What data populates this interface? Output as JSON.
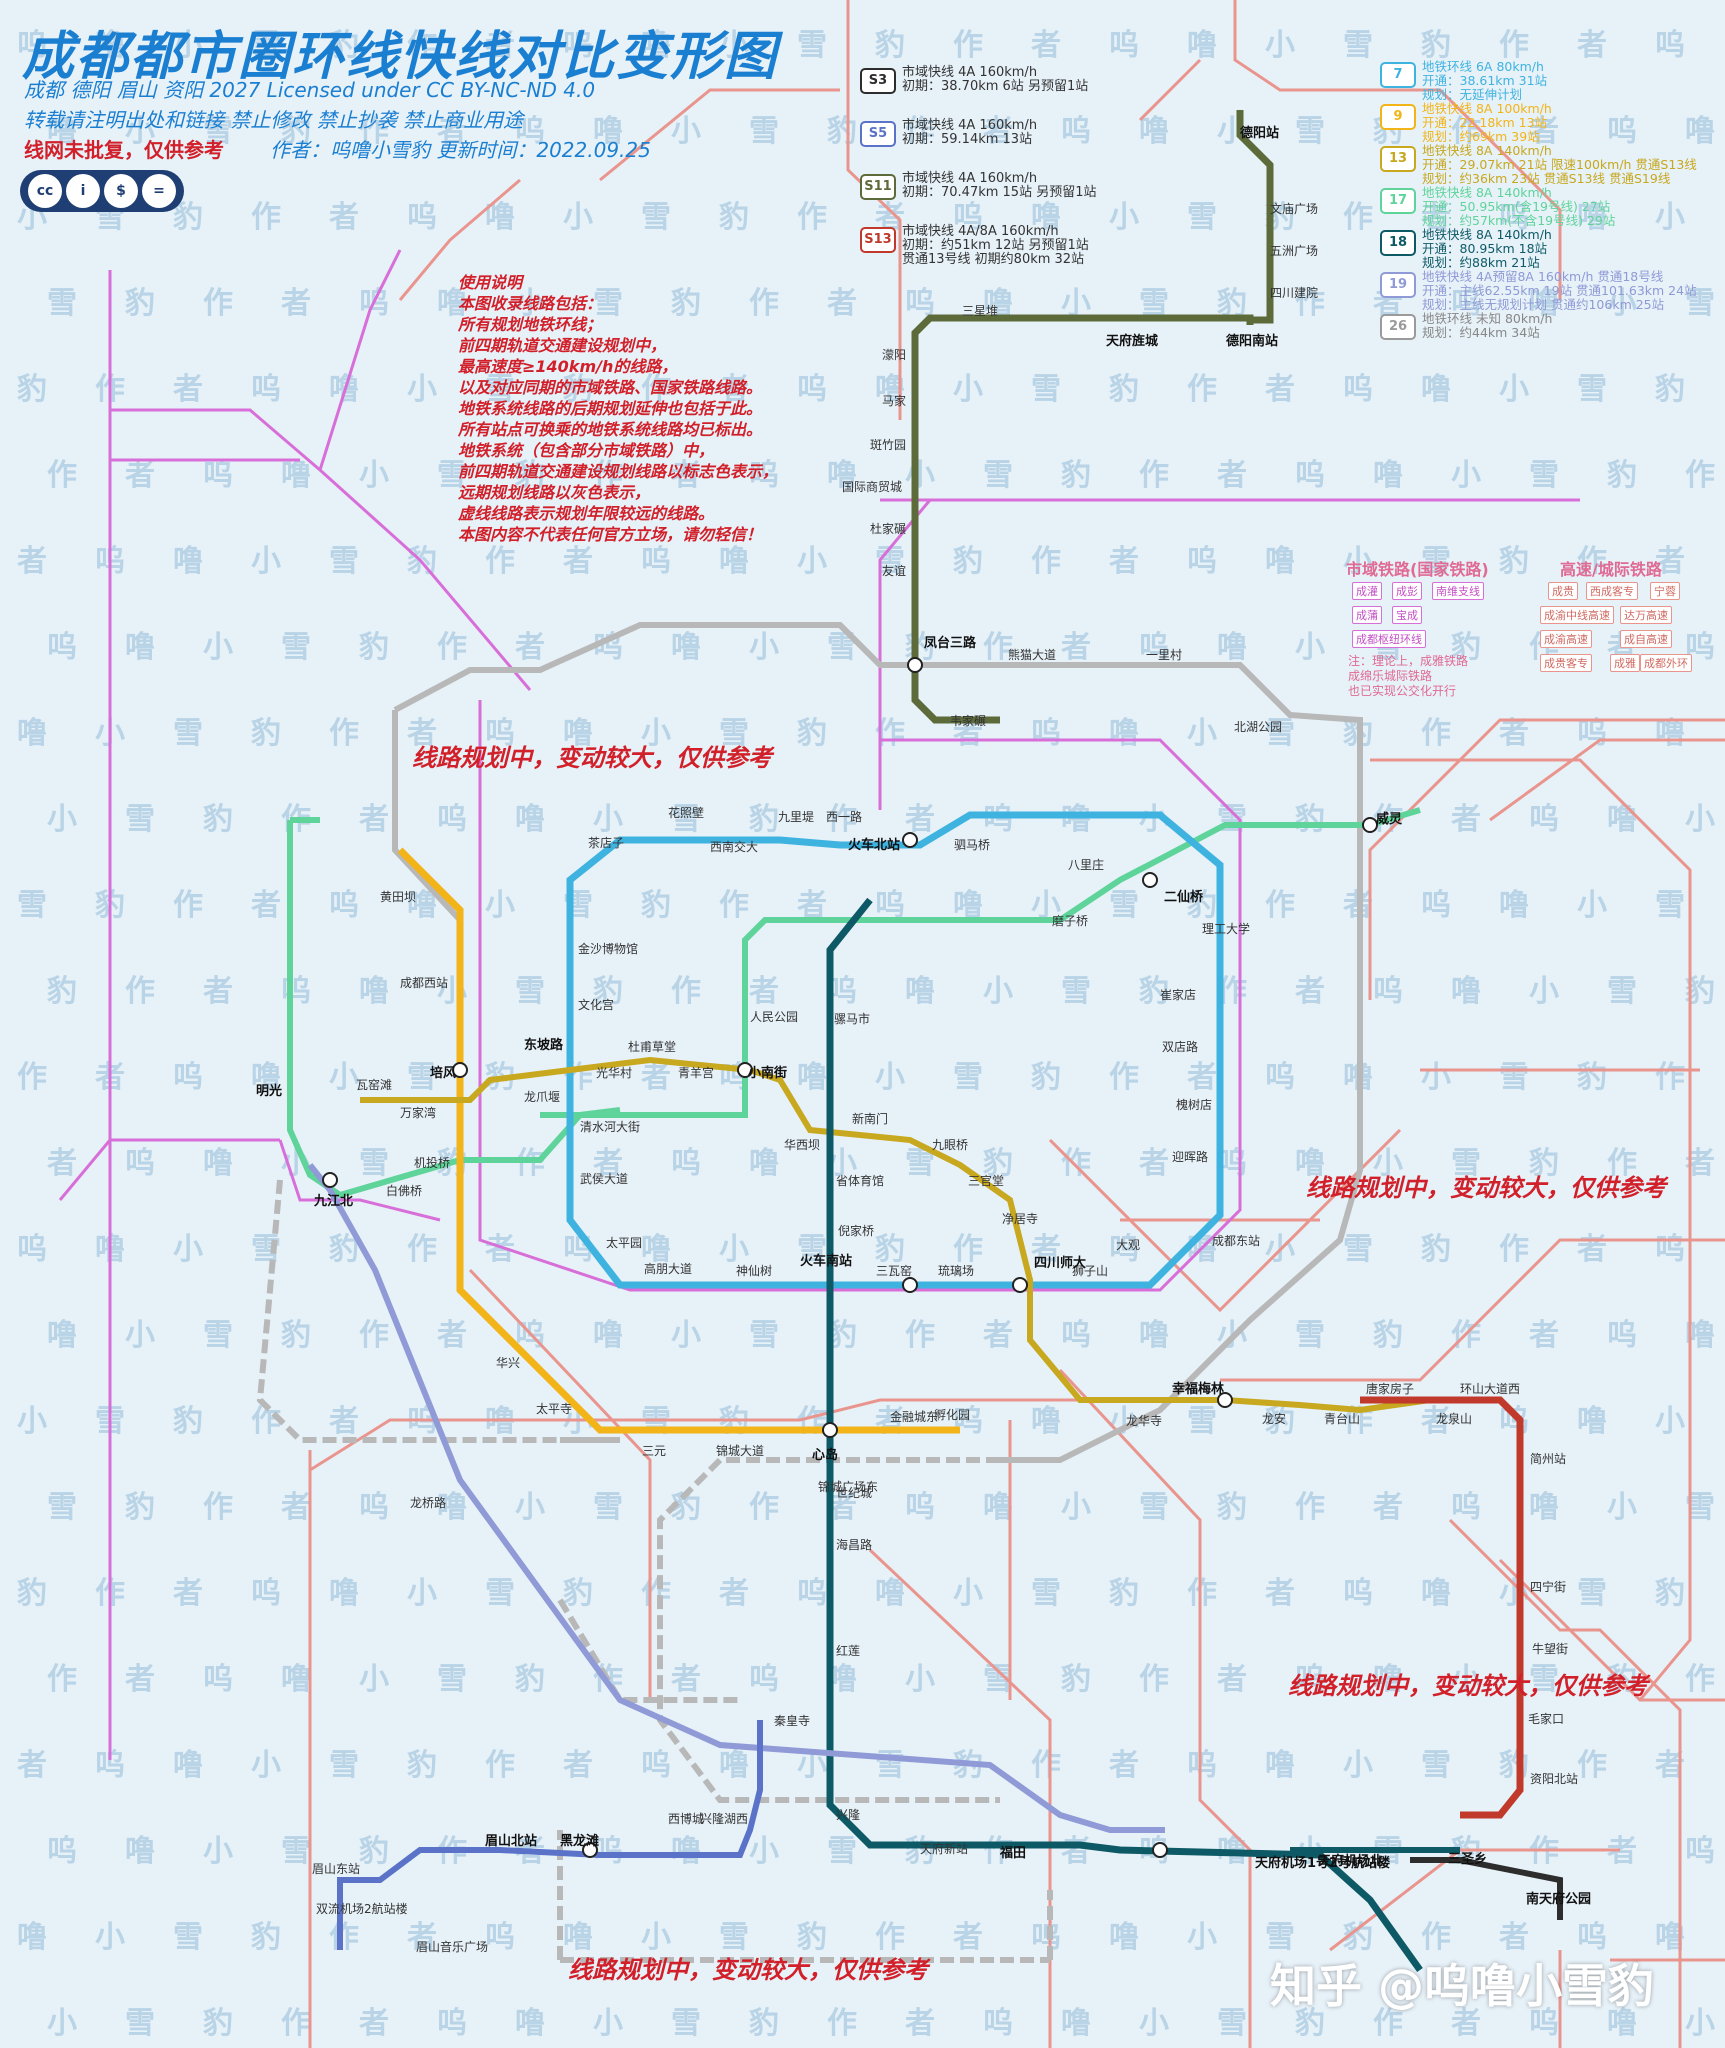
{
  "title": "成都都市圈环线快线对比变形图",
  "subtitle_lines": [
    "成都  德阳  眉山  资阳    2027    Licensed under CC BY-NC-ND 4.0",
    "转载请注明出处和链接    禁止修改    禁止抄袭    禁止商业用途"
  ],
  "warning_line": "线网未批复，仅供参考",
  "author_line": "作者：呜噜小雪豹    更新时间：2022.09.25",
  "cc_badge": [
    "cc",
    "i",
    "$",
    "="
  ],
  "notes": [
    "使用说明",
    "本图收录线路包括：",
    "所有规划地铁环线；",
    "前四期轨道交通建设规划中，",
    "最高速度≥140km/h的线路，",
    "以及对应同期的市域铁路、国家铁路线路。",
    "地铁系统线路的后期规划延伸也包括于此。",
    "所有站点可换乘的地铁系统线路均已标出。",
    "地铁系统（包含部分市域铁路）中，",
    "前四期轨道交通建设规划线路以标志色表示，",
    "远期规划线路以灰色表示，",
    "虚线线路表示规划年限较远的线路。",
    "本图内容不代表任何官方立场，请勿轻信！"
  ],
  "legend_left": [
    {
      "badge": "S3",
      "color": "#2d2d2d",
      "lines": [
        "市域快线  4A  160km/h",
        "初期：38.70km  6站  另预留1站"
      ]
    },
    {
      "badge": "S5",
      "color": "#5a73c9",
      "lines": [
        "市域快线  4A  160km/h",
        "初期：59.14km  13站"
      ]
    },
    {
      "badge": "S11",
      "color": "#5d6b3a",
      "lines": [
        "市域快线  4A  160km/h",
        "初期：70.47km  15站  另预留1站"
      ]
    },
    {
      "badge": "S13",
      "color": "#c0392b",
      "lines": [
        "市域快线  4A/8A  160km/h",
        "初期：约51km  12站  另预留1站",
        "贯通13号线  初期约80km  32站"
      ]
    }
  ],
  "legend_right": [
    {
      "badge": "7",
      "color": "#3fb3e0",
      "lines": [
        "地铁环线  6A  80km/h",
        "开通：38.61km  31站",
        "规划：无延伸计划"
      ]
    },
    {
      "badge": "9",
      "color": "#f2b418",
      "lines": [
        "地铁快线  8A  100km/h",
        "开通：22.18km  13站",
        "规划：约69km  39站"
      ]
    },
    {
      "badge": "13",
      "color": "#c7a81e",
      "lines": [
        "地铁快线  8A  140km/h",
        "开通：29.07km  21站  限速100km/h  贯通S13线",
        "规划：约36km  23站  贯通S13线  贯通S19线"
      ]
    },
    {
      "badge": "17",
      "color": "#5fd49a",
      "lines": [
        "地铁快线  8A  140km/h",
        "开通：50.95km(含19号线)  27站",
        "规划：约57km(不含19号线)  29站"
      ]
    },
    {
      "badge": "18",
      "color": "#0d5a66",
      "lines": [
        "地铁快线  8A  140km/h",
        "开通：80.95km  18站",
        "规划：约88km  21站"
      ]
    },
    {
      "badge": "19",
      "color": "#8f9ad6",
      "lines": [
        "地铁快线  4A预留8A  160km/h  贯通18号线",
        "开通：主线62.55km  19站  贯通101.63km  24站",
        "规划：主线无规划计划  贯通约106km  25站"
      ]
    },
    {
      "badge": "26",
      "color": "#9a9a9a",
      "lines": [
        "地铁环线  未知  80km/h",
        "规划：约44km  34站"
      ]
    }
  ],
  "rail_legend": {
    "title_city": "市域铁路(国家铁路)",
    "title_hsr": "高速/城际铁路",
    "city_boxes": [
      "成灌",
      "成彭",
      "南维支线",
      "成蒲",
      "宝成",
      "成都枢纽环线"
    ],
    "hsr_boxes": [
      "成贵",
      "西成客专",
      "宁蓉",
      "成渝中线高速",
      "达万高速",
      "成渝高速",
      "成自高速",
      "成贵客专",
      "成雅",
      "成都外环"
    ],
    "note": [
      "注：理论上，成雅铁路",
      "成绵乐城际铁路",
      "也已实现公交化开行"
    ]
  },
  "warnings": [
    {
      "text": "线路规划中，变动较大，仅供参考"
    },
    {
      "text": "线路规划中，变动较大，仅供参考"
    },
    {
      "text": "线路规划中，变动较大，仅供参考"
    },
    {
      "text": "线路规划中，变动较大，仅供参考"
    }
  ],
  "watermark_text": "呜噜小雪豹作者",
  "zhihu": "知乎 @呜噜小雪豹",
  "stations": [
    "德阳站",
    "文庙广场",
    "五洲广场",
    "四川建院",
    "德阳南站",
    "天府旌城",
    "三星堆",
    "濛阳",
    "马家",
    "斑竹园",
    "国际商贸城",
    "杜家碾",
    "友谊",
    "凤台三路",
    "熊猫大道",
    "一里村",
    "韦家碾",
    "北湖公园",
    "驷马桥",
    "火车北站",
    "八里庄",
    "二仙桥",
    "威灵",
    "理工大学",
    "崔家店",
    "双店路",
    "槐树店",
    "迎晖路",
    "成都东站",
    "大观",
    "狮子山",
    "四川师大",
    "琉璃场",
    "三瓦窑",
    "火车南站",
    "倪家桥",
    "省体育馆",
    "华西坝",
    "小南街",
    "新南门",
    "九眼桥",
    "三官堂",
    "净居寺",
    "杜甫草堂",
    "光华村",
    "青羊宫",
    "东坡路",
    "培风",
    "龙爪堰",
    "清水河大街",
    "武侯大道",
    "机投桥",
    "白佛桥",
    "九江北",
    "明光",
    "瓦窑滩",
    "万家湾",
    "黄田坝",
    "成都西站",
    "金沙博物馆",
    "文化宫",
    "茶店子",
    "花照壁",
    "西南交大",
    "九里堤",
    "西一路",
    "磨子桥",
    "人民公园",
    "骡马市",
    "太平园",
    "高朋大道",
    "神仙树",
    "华兴",
    "太平寺",
    "三元",
    "锦城大道",
    "心岛",
    "金融城东",
    "孵化园",
    "锦城广场东",
    "世纪城",
    "海昌路",
    "红莲",
    "秦皇寺",
    "兴隆湖西",
    "西博城",
    "兴隆",
    "天府新站",
    "福田",
    "天府机场1号2号航站楼",
    "天府机场北",
    "三圣乡",
    "幸福梅林",
    "龙华寺",
    "龙安",
    "青台山",
    "唐家房子",
    "龙泉山",
    "环山大道西",
    "简州站",
    "四宁街",
    "牛望街",
    "毛家口",
    "资阳北站",
    "南天府公园",
    "黑龙滩",
    "眉山北站",
    "眉山音乐广场",
    "眉山东站",
    "双流机场2航站楼",
    "龙桥路"
  ],
  "line_colors": {
    "L7": "#3fb3e0",
    "L9": "#f2b418",
    "L13": "#c7a81e",
    "L17": "#5fd49a",
    "L18": "#0d5a66",
    "L19": "#8f9ad6",
    "L26": "#a6a6a6",
    "S3": "#2d2d2d",
    "S5": "#5a73c9",
    "S11": "#5d6b3a",
    "S13": "#c0392b",
    "rail_city": "#d86fd9",
    "rail_hsr": "#e9958e"
  }
}
